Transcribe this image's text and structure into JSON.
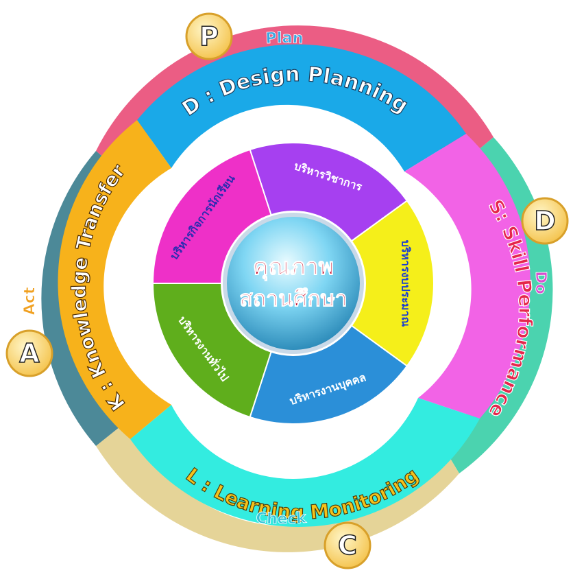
{
  "cycle": {
    "plan": {
      "letter": "P",
      "label": "Plan",
      "color": "#e94f7a"
    },
    "do": {
      "letter": "D",
      "label": "Do",
      "color": "#3ccfa8"
    },
    "check": {
      "letter": "C",
      "label": "Check",
      "color": "#e3d08f"
    },
    "act": {
      "letter": "A",
      "label": "Act",
      "color": "#3d7f8f"
    }
  },
  "middle_ring": {
    "design": {
      "text": "D : Design Planning",
      "color": "#1aa9e8"
    },
    "skill": {
      "text": "S: Skill Performance",
      "color": "#f263e6"
    },
    "learning": {
      "text": "L : Learning Monitoring",
      "color": "#33ece0"
    },
    "knowledge": {
      "text": "K : Knowledge Transfer",
      "color": "#f7b21b"
    }
  },
  "inner_ring": [
    {
      "text": "บริหารวิชาการ",
      "color": "#a640f0"
    },
    {
      "text": "บริหารงบประมาณ",
      "color": "#f5ef1a"
    },
    {
      "text": "บริหารงานบุคคล",
      "color": "#2b8fd8"
    },
    {
      "text": "บริหารงานทั่วไป",
      "color": "#5fae1c"
    },
    {
      "text": "บริหารกิจการนักเรียน",
      "color": "#ee30c8"
    }
  ],
  "center": {
    "line1": "คุณภาพ",
    "line2": "สถานศึกษา"
  }
}
